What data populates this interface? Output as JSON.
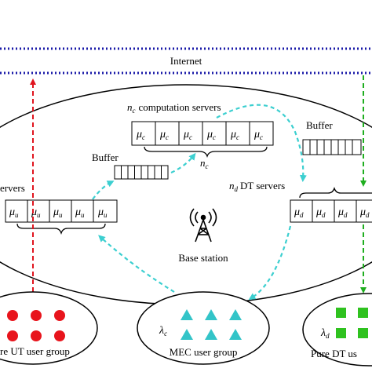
{
  "internet_label": "Internet",
  "computation_servers": {
    "count_symbol": "n",
    "count_sub": "c",
    "label": "computation  servers",
    "rate_symbol": "μ",
    "rate_sub": "c",
    "bracket_symbol": "n",
    "bracket_sub": "c"
  },
  "ut_servers": {
    "label": "ervers",
    "rate_symbol": "μ",
    "rate_sub": "u"
  },
  "dt_servers": {
    "count_symbol": "n",
    "count_sub": "d",
    "label": "DT servers",
    "rate_symbol": "μ",
    "rate_sub": "d"
  },
  "buffer_left_label": "Buffer",
  "buffer_right_label": "Buffer",
  "base_station_label": "Base station",
  "groups": {
    "ut": {
      "label": "re UT user group"
    },
    "mec": {
      "label": "MEC user group",
      "rate_symbol": "λ",
      "rate_sub": "c"
    },
    "dt": {
      "label": "Pure DT us",
      "rate_symbol": "λ",
      "rate_sub": "d"
    }
  },
  "colors": {
    "internet_line": "#1a1aa8",
    "ut_arrow": "#e0141e",
    "mec_arrow": "#3ccfd0",
    "dt_arrow": "#1fae1f",
    "ut_dot": "#e8141c",
    "mec_triangle": "#33c4c8",
    "dt_square": "#2fc21f"
  }
}
